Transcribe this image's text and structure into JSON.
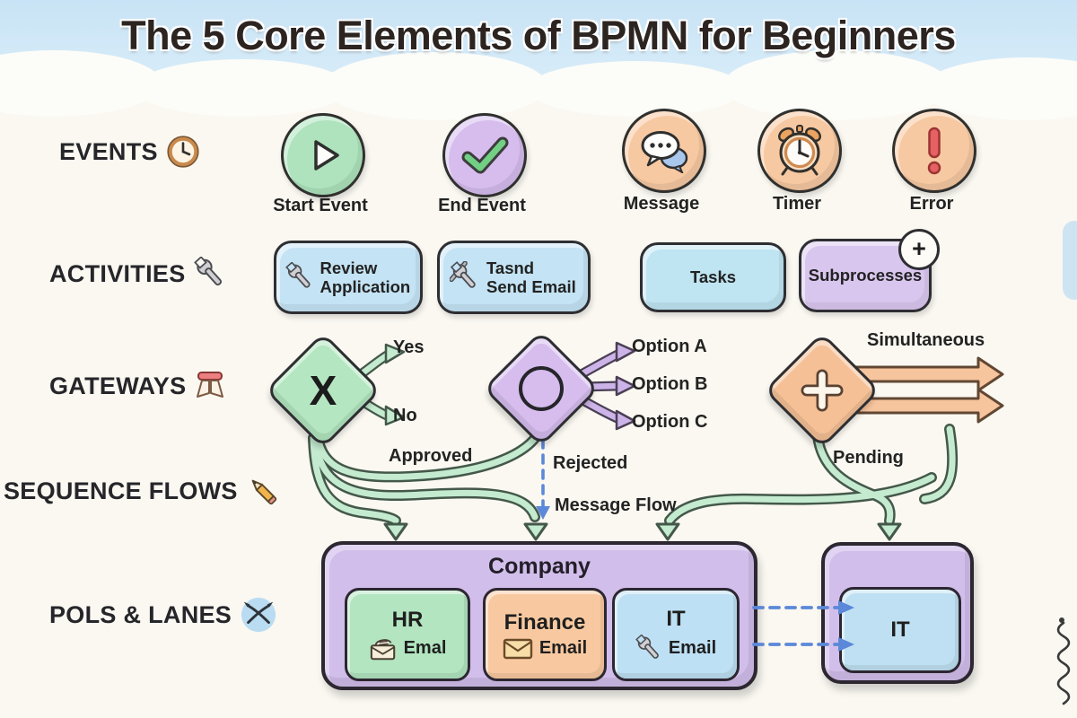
{
  "title": "The 5 Core Elements of BPMN for Beginners",
  "events": {
    "label": "EVENTS",
    "items": [
      {
        "label": "Start Event",
        "icon": "play-icon",
        "color": "#aee3bd"
      },
      {
        "label": "End Event",
        "icon": "checkmark-icon",
        "color": "#d6bdee"
      },
      {
        "label": "Message",
        "icon": "speech-bubbles-icon",
        "color": "#f7c9a2"
      },
      {
        "label": "Timer",
        "icon": "alarm-clock-icon",
        "color": "#f7c9a2"
      },
      {
        "label": "Error",
        "icon": "exclamation-icon",
        "color": "#f7c9a2"
      }
    ]
  },
  "activities": {
    "label": "ACTIVITIES",
    "items": [
      {
        "label": "Review Application",
        "icon": "wrench-icon"
      },
      {
        "label": "Tasnd Send Email",
        "icon": "tools-icon"
      },
      {
        "label": "Tasks"
      },
      {
        "label": "Subprocesses",
        "badge": "+"
      }
    ]
  },
  "gateways": {
    "label": "GATEWAYS",
    "exclusive": {
      "symbol": "X",
      "yes": "Yes",
      "no": "No"
    },
    "inclusive": {
      "options": [
        "Option A",
        "Option B",
        "Option C"
      ]
    },
    "parallel": {
      "caption": "Simultaneous"
    }
  },
  "sequence_flows": {
    "label": "SEQUENCE FLOWS",
    "approved": "Approved",
    "rejected": "Rejected",
    "message_flow": "Message Flow",
    "pending": "Pending"
  },
  "pools": {
    "label": "POLS & LANES",
    "company": {
      "title": "Company",
      "lanes": [
        {
          "name": "HR",
          "sub": "Emal",
          "icon": "envelope-letter-icon",
          "color": "#b2e5c0"
        },
        {
          "name": "Finance",
          "sub": "Email",
          "icon": "envelope-icon",
          "color": "#f8c9a0"
        },
        {
          "name": "IT",
          "sub": "Email",
          "icon": "wrench-icon",
          "color": "#bee0f4"
        }
      ]
    },
    "external": {
      "lane": "IT"
    }
  },
  "colors": {
    "sky": "#cde6f6",
    "background": "#faf8f1",
    "green": "#aee3bd",
    "purple": "#d6bdee",
    "peach": "#f7c9a2",
    "blue": "#c4e3f4",
    "pool_purple": "#d2beeb",
    "flow_green": "#c4ebd0",
    "flow_green_outline": "#44584a",
    "dashed_blue": "#5c88d9",
    "arrow_orange": "#f6c49d",
    "error_red": "#e66161",
    "text_dark": "#262626"
  }
}
